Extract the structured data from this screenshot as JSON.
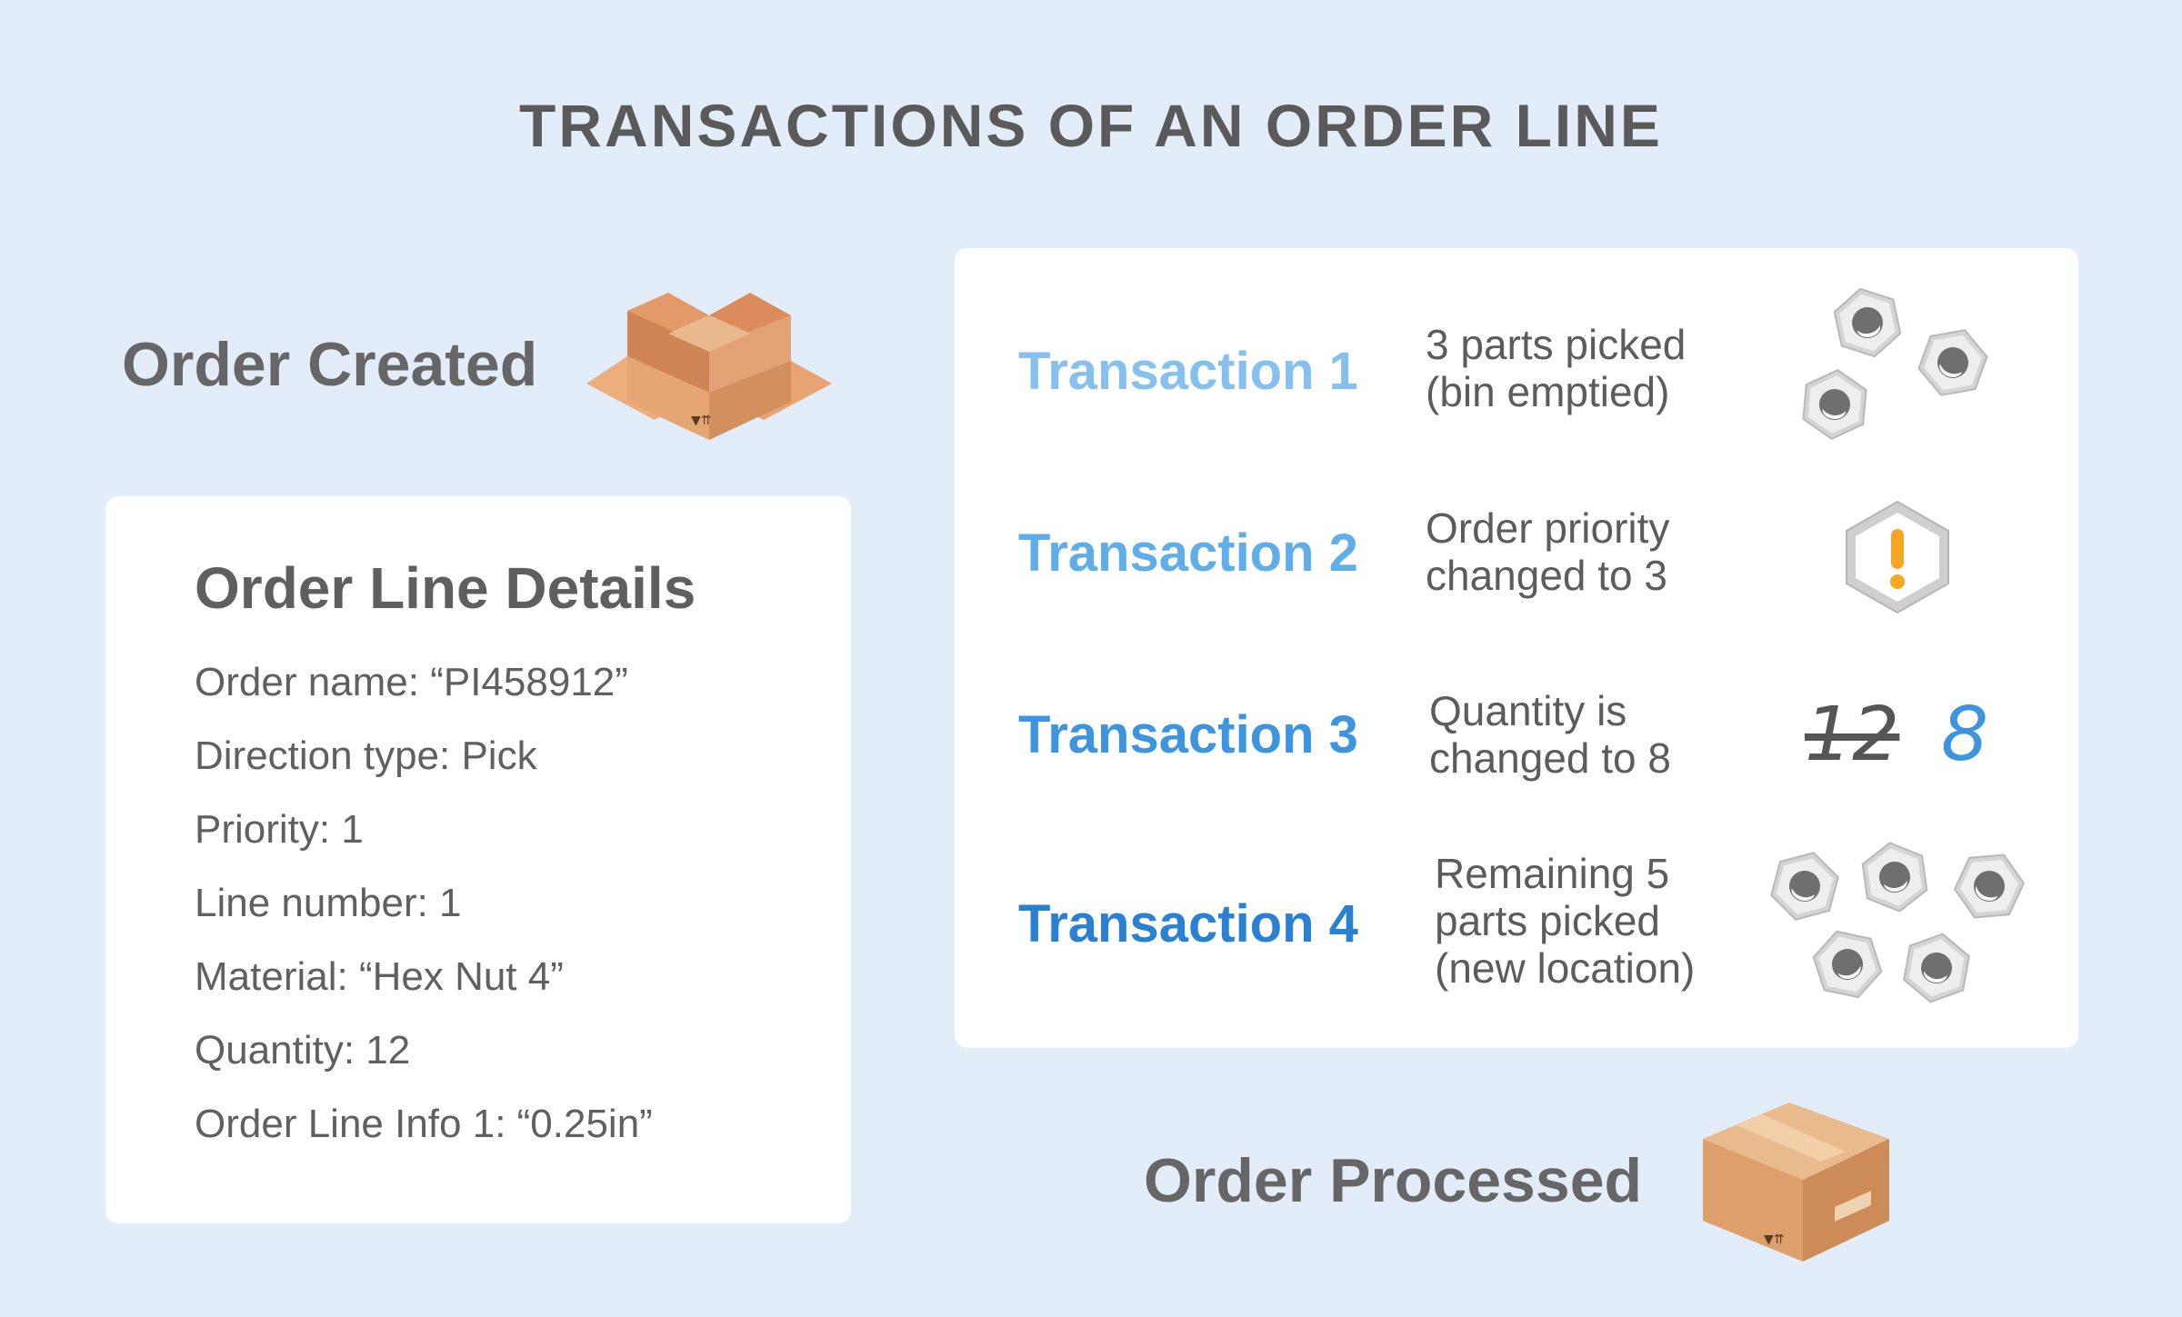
{
  "title": "TRANSACTIONS OF AN ORDER LINE",
  "order_created": "Order Created",
  "order_processed": "Order Processed",
  "details": {
    "title": "Order Line Details",
    "items": [
      "Order name: “PI458912”",
      "Direction type: Pick",
      "Priority: 1",
      "Line number: 1",
      "Material: “Hex Nut 4”",
      "Quantity: 12",
      "Order Line Info 1: “0.25in”"
    ]
  },
  "transactions": [
    {
      "label": "Transaction 1",
      "color": "#86c0ee",
      "lines": [
        "3 parts picked",
        "(bin emptied)"
      ],
      "icon": "hex-nuts-icon"
    },
    {
      "label": "Transaction 2",
      "color": "#5faeea",
      "lines": [
        "Order priority",
        "changed to 3"
      ],
      "icon": "priority-warning-icon"
    },
    {
      "label": "Transaction 3",
      "color": "#3d95e0",
      "lines": [
        "Quantity is",
        "changed to 8"
      ],
      "icon": "quantity-change-icon",
      "old_qty": "12",
      "new_qty": "8"
    },
    {
      "label": "Transaction 4",
      "color": "#2a80d2",
      "lines": [
        "Remaining 5",
        "parts picked",
        "(new location)"
      ],
      "icon": "hex-nuts-icon"
    }
  ],
  "colors": {
    "background": "#e2edf9",
    "box": "#d99a66",
    "warning": "#f5a623"
  }
}
